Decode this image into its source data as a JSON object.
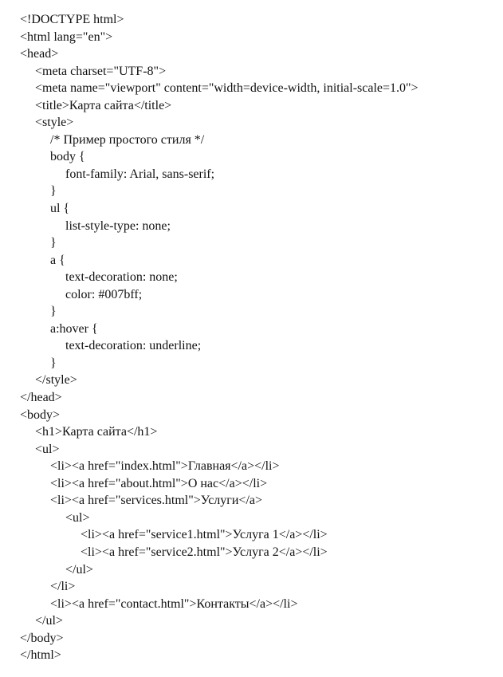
{
  "document": {
    "lines": [
      {
        "indent": 0,
        "text": "<!DOCTYPE html>"
      },
      {
        "indent": 0,
        "text": "<html lang=\"en\">"
      },
      {
        "indent": 0,
        "text": "<head>"
      },
      {
        "indent": 1,
        "text": "<meta charset=\"UTF-8\">"
      },
      {
        "indent": 1,
        "text": "<meta name=\"viewport\" content=\"width=device-width, initial-scale=1.0\">"
      },
      {
        "indent": 1,
        "text": "<title>Карта сайта</title>"
      },
      {
        "indent": 1,
        "text": "<style>"
      },
      {
        "indent": 2,
        "text": "/* Пример простого стиля */"
      },
      {
        "indent": 2,
        "text": "body {"
      },
      {
        "indent": 3,
        "text": "font-family: Arial, sans-serif;"
      },
      {
        "indent": 2,
        "text": "}"
      },
      {
        "indent": 2,
        "text": "ul {"
      },
      {
        "indent": 3,
        "text": "list-style-type: none;"
      },
      {
        "indent": 2,
        "text": "}"
      },
      {
        "indent": 2,
        "text": "a {"
      },
      {
        "indent": 3,
        "text": "text-decoration: none;"
      },
      {
        "indent": 3,
        "text": "color: #007bff;"
      },
      {
        "indent": 2,
        "text": "}"
      },
      {
        "indent": 2,
        "text": "a:hover {"
      },
      {
        "indent": 3,
        "text": "text-decoration: underline;"
      },
      {
        "indent": 2,
        "text": "}"
      },
      {
        "indent": 1,
        "text": "</style>"
      },
      {
        "indent": 0,
        "text": "</head>"
      },
      {
        "indent": 0,
        "text": "<body>"
      },
      {
        "indent": 1,
        "text": "<h1>Карта сайта</h1>"
      },
      {
        "indent": 1,
        "text": "<ul>"
      },
      {
        "indent": 2,
        "text": "<li><a href=\"index.html\">Главная</a></li>"
      },
      {
        "indent": 2,
        "text": "<li><a href=\"about.html\">О нас</a></li>"
      },
      {
        "indent": 2,
        "text": "<li><a href=\"services.html\">Услуги</a>"
      },
      {
        "indent": 3,
        "text": "<ul>"
      },
      {
        "indent": 4,
        "text": "<li><a href=\"service1.html\">Услуга 1</a></li>"
      },
      {
        "indent": 4,
        "text": "<li><a href=\"service2.html\">Услуга 2</a></li>"
      },
      {
        "indent": 3,
        "text": "</ul>"
      },
      {
        "indent": 2,
        "text": "</li>"
      },
      {
        "indent": 2,
        "text": "<li><a href=\"contact.html\">Контакты</a></li>"
      },
      {
        "indent": 1,
        "text": "</ul>"
      },
      {
        "indent": 0,
        "text": "</body>"
      },
      {
        "indent": 0,
        "text": "</html>"
      }
    ]
  }
}
